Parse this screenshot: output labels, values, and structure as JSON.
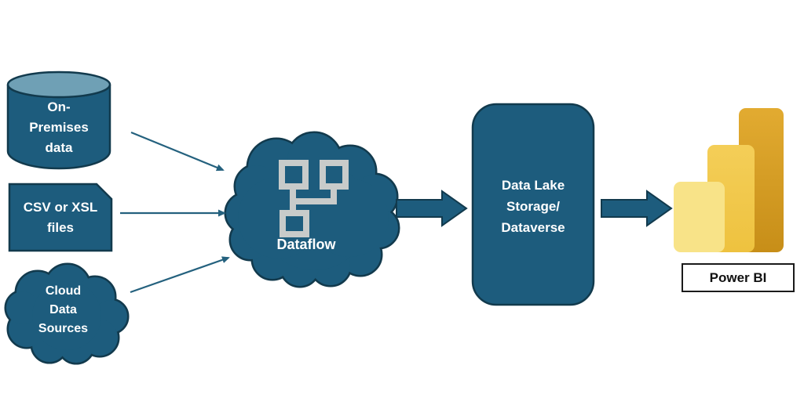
{
  "diagram": {
    "background": "#FFFFFF",
    "palette": {
      "node_fill": "#1D5C7D",
      "node_stroke": "#123A4D",
      "cylinder_top_fill": "#6FA0B5",
      "connector": "#24617E",
      "icon_gray": "#C8CBCA",
      "text_on_node": "#FFFFFF",
      "powerbi_bar_left": "#F8E388",
      "powerbi_bar_middle_top": "#F4CE58",
      "powerbi_bar_middle_bottom": "#EEC23F",
      "powerbi_bar_right_top": "#E2AB31",
      "powerbi_bar_right_bottom": "#C78E18",
      "powerbi_label_border": "#1A1A1A",
      "powerbi_label_text": "#111111"
    },
    "nodes": [
      {
        "id": "on-premises-data",
        "shape": "cylinder",
        "label": "On-\nPremises\ndata"
      },
      {
        "id": "csv-files",
        "shape": "document",
        "label": "CSV or XSL\nfiles"
      },
      {
        "id": "cloud-data-sources",
        "shape": "cloud",
        "label": "Cloud\nData\nSources"
      },
      {
        "id": "dataflow",
        "shape": "cloud",
        "label": "Dataflow",
        "icon": "dataflow-branch-icon"
      },
      {
        "id": "data-lake",
        "shape": "rounded-rectangle",
        "label": "Data Lake\nStorage/\nDataverse"
      },
      {
        "id": "power-bi",
        "shape": "powerbi-logo",
        "label": "Power BI"
      }
    ],
    "edges": [
      {
        "from": "on-premises-data",
        "to": "dataflow",
        "type": "line-arrow"
      },
      {
        "from": "csv-files",
        "to": "dataflow",
        "type": "line-arrow"
      },
      {
        "from": "cloud-data-sources",
        "to": "dataflow",
        "type": "line-arrow"
      },
      {
        "from": "dataflow",
        "to": "data-lake",
        "type": "block-arrow"
      },
      {
        "from": "data-lake",
        "to": "power-bi",
        "type": "block-arrow"
      }
    ]
  }
}
